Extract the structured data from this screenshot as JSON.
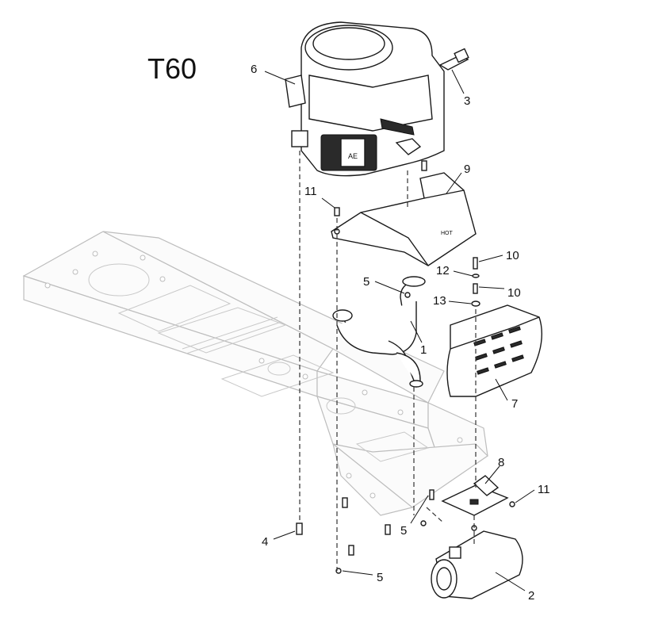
{
  "model": "T60",
  "callouts": {
    "c1": "1",
    "c2": "2",
    "c3": "3",
    "c4": "4",
    "c5a": "5",
    "c5b": "5",
    "c5c": "5",
    "c6": "6",
    "c7": "7",
    "c8": "8",
    "c9": "9",
    "c10a": "10",
    "c10b": "10",
    "c11a": "11",
    "c11b": "11",
    "c12": "12",
    "c13": "13"
  },
  "shield_label": "HOT",
  "engine_label": "AE"
}
